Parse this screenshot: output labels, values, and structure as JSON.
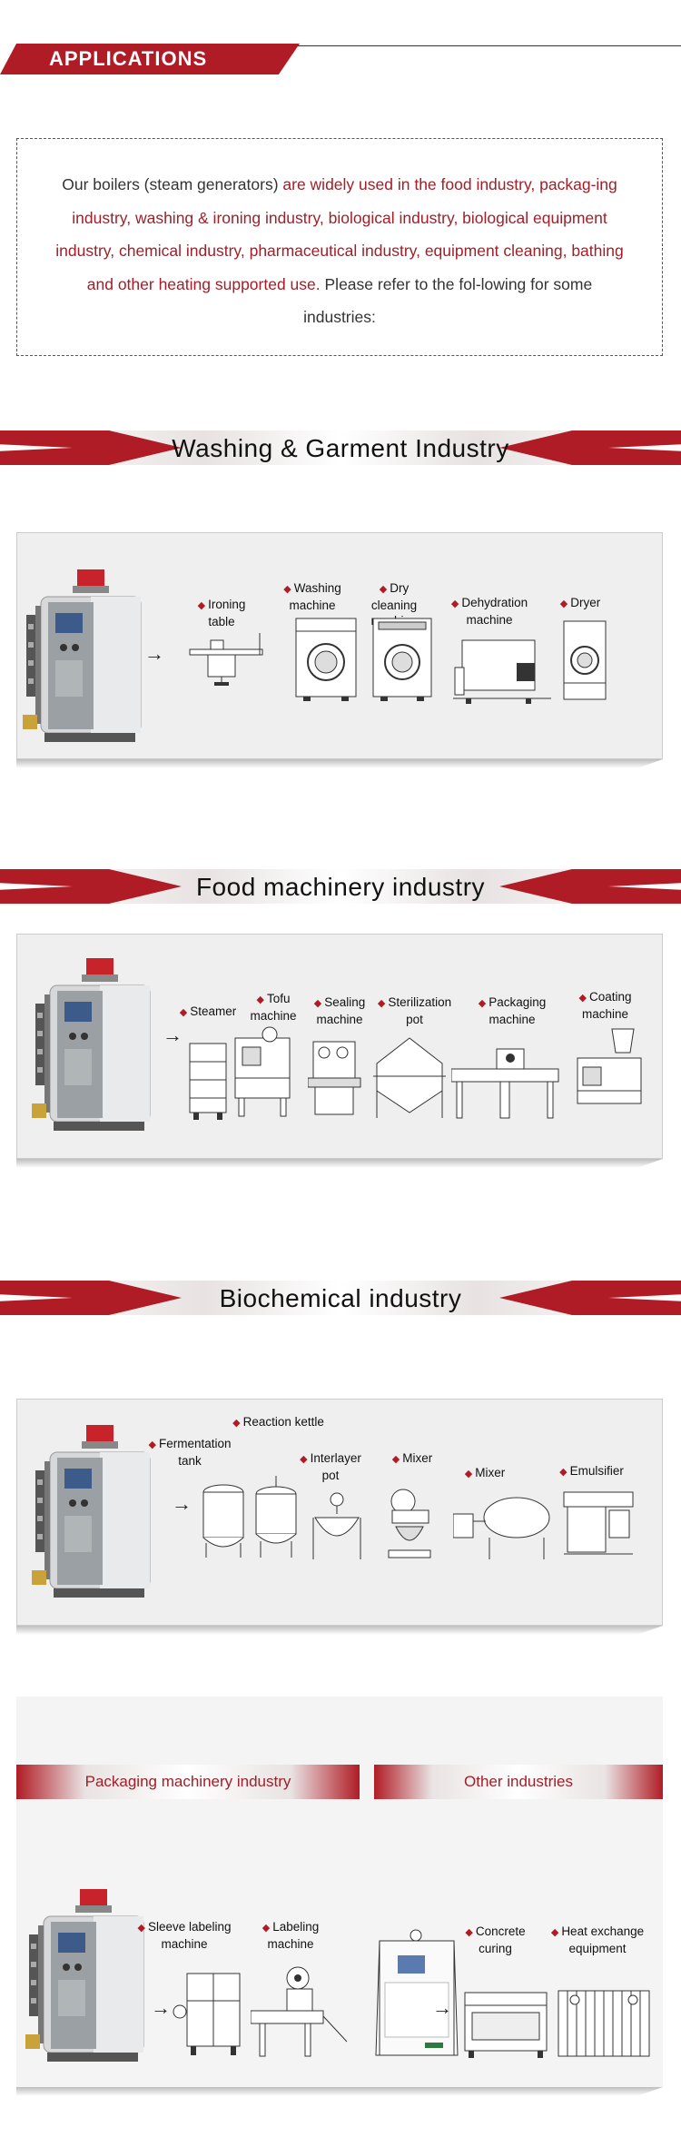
{
  "header": {
    "title": "APPLICATIONS"
  },
  "intro": {
    "part1": "Our boilers (steam generators) ",
    "part2": "are widely used in the food industry, packag-ing industry, washing & ironing industry, biological industry, biological equipment industry, chemical industry, pharmaceutical industry, equipment cleaning, bathing and other heating supported use.",
    "part3": " Please refer to the fol-lowing for some industries:"
  },
  "sections": {
    "washing": {
      "title": "Washing & Garment Industry",
      "items": [
        "Ironing table",
        "Washing machine",
        "Dry cleaning machine",
        "Dehydration machine",
        "Dryer"
      ]
    },
    "food": {
      "title": "Food machinery industry",
      "items": [
        "Steamer",
        "Tofu machine",
        "Sealing machine",
        "Sterilization pot",
        "Packaging machine",
        "Coating machine"
      ]
    },
    "bio": {
      "title": "Biochemical industry",
      "items": [
        "Reaction kettle",
        "Fermentation tank",
        "Interlayer pot",
        "Mixer",
        "Mixer",
        "Emulsifier"
      ]
    },
    "other": {
      "left_title": "Packaging machinery industry",
      "right_title": "Other industries",
      "items": [
        "Sleeve labeling machine",
        "Labeling machine",
        "Concrete curing",
        "Heat exchange equipment"
      ]
    }
  },
  "colors": {
    "accent": "#b01c25",
    "panel": "#efefef"
  }
}
